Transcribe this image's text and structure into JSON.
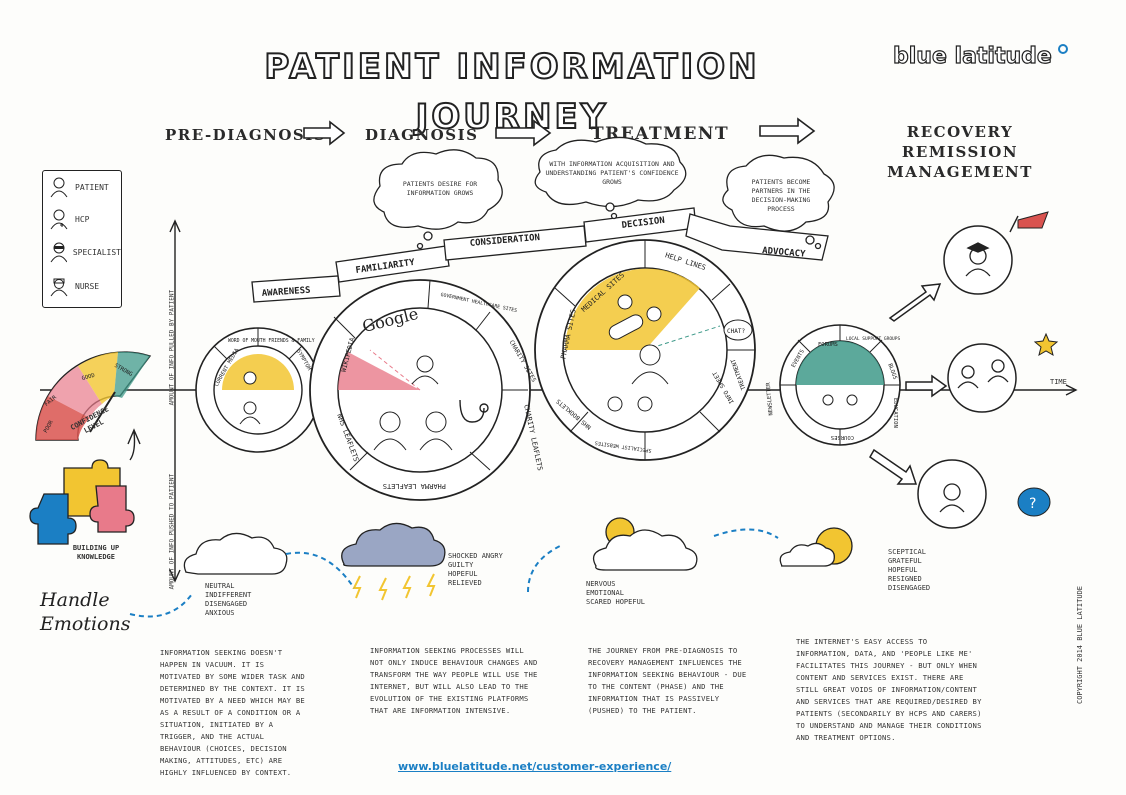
{
  "title": "PATIENT INFORMATION JOURNEY",
  "brand": "blue latitude",
  "stages": [
    "PRE-DIAGNOSIS",
    "DIAGNOSIS",
    "TREATMENT",
    "RECOVERY REMISSION MANAGEMENT"
  ],
  "legend": [
    {
      "label": "PATIENT",
      "icon": "patient-icon"
    },
    {
      "label": "HCP",
      "icon": "hcp-icon"
    },
    {
      "label": "SPECIALIST",
      "icon": "specialist-icon"
    },
    {
      "label": "NURSE",
      "icon": "nurse-icon"
    }
  ],
  "path_steps": [
    "AWARENESS",
    "FAMILIARITY",
    "CONSIDERATION",
    "DECISION",
    "ADVOCACY"
  ],
  "bubbles": [
    "PATIENTS DESIRE FOR INFORMATION GROWS",
    "WITH INFORMATION ACQUISITION AND UNDERSTANDING PATIENT'S CONFIDENCE GROWS",
    "PATIENTS BECOME PARTNERS IN THE DECISION-MAKING PROCESS"
  ],
  "axis": {
    "up": "AMOUNT OF INFO PULLED BY PATIENT",
    "down": "AMOUNT OF INFO PUSHED TO PATIENT",
    "time": "TIME"
  },
  "circle1": [
    "CURRENT MEDIA",
    "WORD OF MOUTH FRIENDS & FAMILY",
    "SYMPTOM WEBSITES"
  ],
  "circle2": [
    "WIKIPEDIA",
    "Google",
    "GOVERNMENT HEALTHCARE SITES",
    "CHARITY SITES",
    "CHARITY LEAFLETS",
    "PHARMA LEAFLETS",
    "NHS LEAFLETS"
  ],
  "circle3": [
    "PHARMA SITES",
    "MEDICAL SITES",
    "HELP LINES",
    "CHAT?",
    "INFO SHEET",
    "TREATMENT",
    "SPECIALIST WEBSITES",
    "NHS BOOKLETS"
  ],
  "circle4": [
    "FORUMS",
    "LOCAL SUPPORT GROUPS",
    "BLOGS",
    "EDUCATION",
    "COURSES",
    "NEWSLETTER",
    "EVENTS"
  ],
  "gauge": {
    "label": "CONFIDENCE LEVEL",
    "segments": [
      "POOR",
      "FAIR",
      "GOOD",
      "STRONG"
    ]
  },
  "puzzle_label": "BUILDING UP KNOWLEDGE",
  "handle": "Handle Emotions",
  "moods": [
    "NEUTRAL INDIFFERENT DISENGAGED ANXIOUS",
    "SHOCKED ANGRY GUILTY HOPEFUL RELIEVED",
    "NERVOUS EMOTIONAL SCARED HOPEFUL",
    "SCEPTICAL GRATEFUL HOPEFUL RESIGNED DISENGAGED"
  ],
  "paragraphs": [
    "INFORMATION SEEKING DOESN'T HAPPEN IN VACUUM. IT IS MOTIVATED BY SOME WIDER TASK AND DETERMINED BY THE CONTEXT. IT IS MOTIVATED BY A NEED WHICH MAY BE AS A RESULT OF A CONDITION OR A SITUATION, INITIATED BY A TRIGGER, AND THE ACTUAL BEHAVIOUR (CHOICES, DECISION MAKING, ATTITUDES, ETC) ARE HIGHLY INFLUENCED BY CONTEXT.",
    "INFORMATION SEEKING PROCESSES WILL NOT ONLY INDUCE BEHAVIOUR CHANGES AND TRANSFORM THE WAY PEOPLE WILL USE THE INTERNET, BUT WILL ALSO LEAD TO THE EVOLUTION OF THE EXISTING PLATFORMS THAT ARE INFORMATION INTENSIVE.",
    "THE JOURNEY FROM PRE-DIAGNOSIS TO RECOVERY MANAGEMENT INFLUENCES THE INFORMATION SEEKING BEHAVIOUR - DUE TO THE CONTENT (PHASE) AND THE INFORMATION THAT IS PASSIVELY (PUSHED) TO THE PATIENT.",
    "THE INTERNET'S EASY ACCESS TO INFORMATION, DATA, AND 'PEOPLE LIKE ME' FACILITATES THIS JOURNEY - BUT ONLY WHEN CONTENT AND SERVICES EXIST. THERE ARE STILL GREAT VOIDS OF INFORMATION/CONTENT AND SERVICES THAT ARE REQUIRED/DESIRED BY PATIENTS (SECONDARILY BY HCPS AND CARERS) TO UNDERSTAND AND MANAGE THEIR CONDITIONS AND TREATMENT OPTIONS."
  ],
  "url": "www.bluelatitude.net/customer-experience/",
  "copyright": "COPYRIGHT 2014 BLUE LATITUDE",
  "colors": {
    "yellow": "#f2c531",
    "pink": "#e87a8a",
    "teal": "#3f9a8a",
    "blue": "#1b7fc4",
    "red": "#d9534f"
  }
}
